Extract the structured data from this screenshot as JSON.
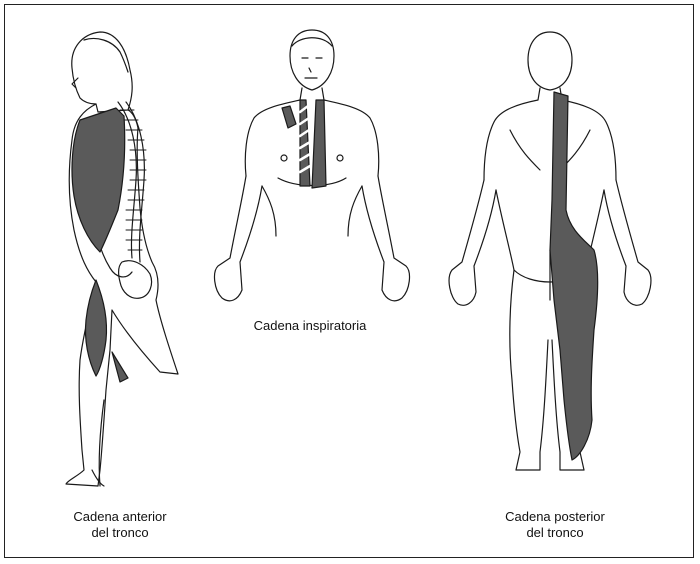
{
  "captions": {
    "anterior_line1": "Cadena anterior",
    "anterior_line2": "del tronco",
    "inspiratoria": "Cadena inspiratoria",
    "posterior_line1": "Cadena posterior",
    "posterior_line2": "del tronco"
  },
  "colors": {
    "outline": "#1a1a1a",
    "muscle_fill": "#5a5a5a",
    "background": "#ffffff"
  }
}
